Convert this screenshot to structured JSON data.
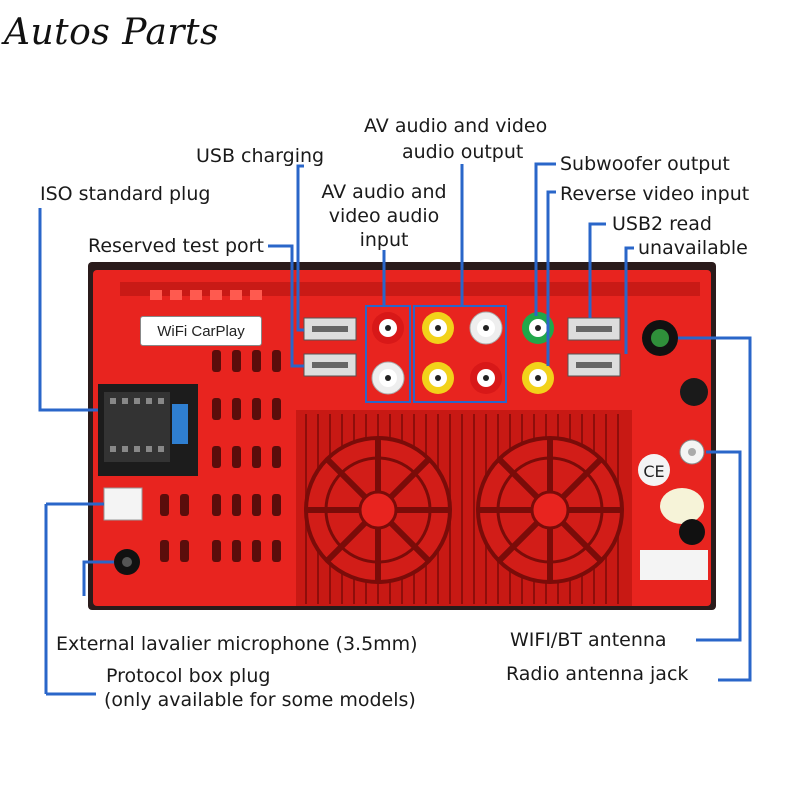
{
  "brand": "Autos Parts",
  "colors": {
    "panel": "#e8241f",
    "panel_dark": "#b3130f",
    "leader": "#2a66c9",
    "rca_red": "#d81818",
    "rca_yellow": "#f2d21a",
    "rca_green": "#1fa84a"
  },
  "device": {
    "wifi_label": "WiFi CarPlay"
  },
  "callouts": {
    "av_out_1": "AV audio and video",
    "av_out_2": "audio output",
    "usb_charging": "USB charging",
    "subwoofer": "Subwoofer output",
    "reverse": "Reverse video input",
    "av_in_1": "AV audio and",
    "av_in_2": "video audio",
    "av_in_3": "input",
    "iso": "ISO standard plug",
    "usb2_1": "USB2 read",
    "usb2_2": "unavailable",
    "test_port": "Reserved test port",
    "mic": "External lavalier microphone (3.5mm)",
    "wifi_bt": "WIFI/BT antenna",
    "protocol_1": "Protocol box plug",
    "protocol_2": "(only available for some models)",
    "radio": "Radio antenna jack"
  }
}
